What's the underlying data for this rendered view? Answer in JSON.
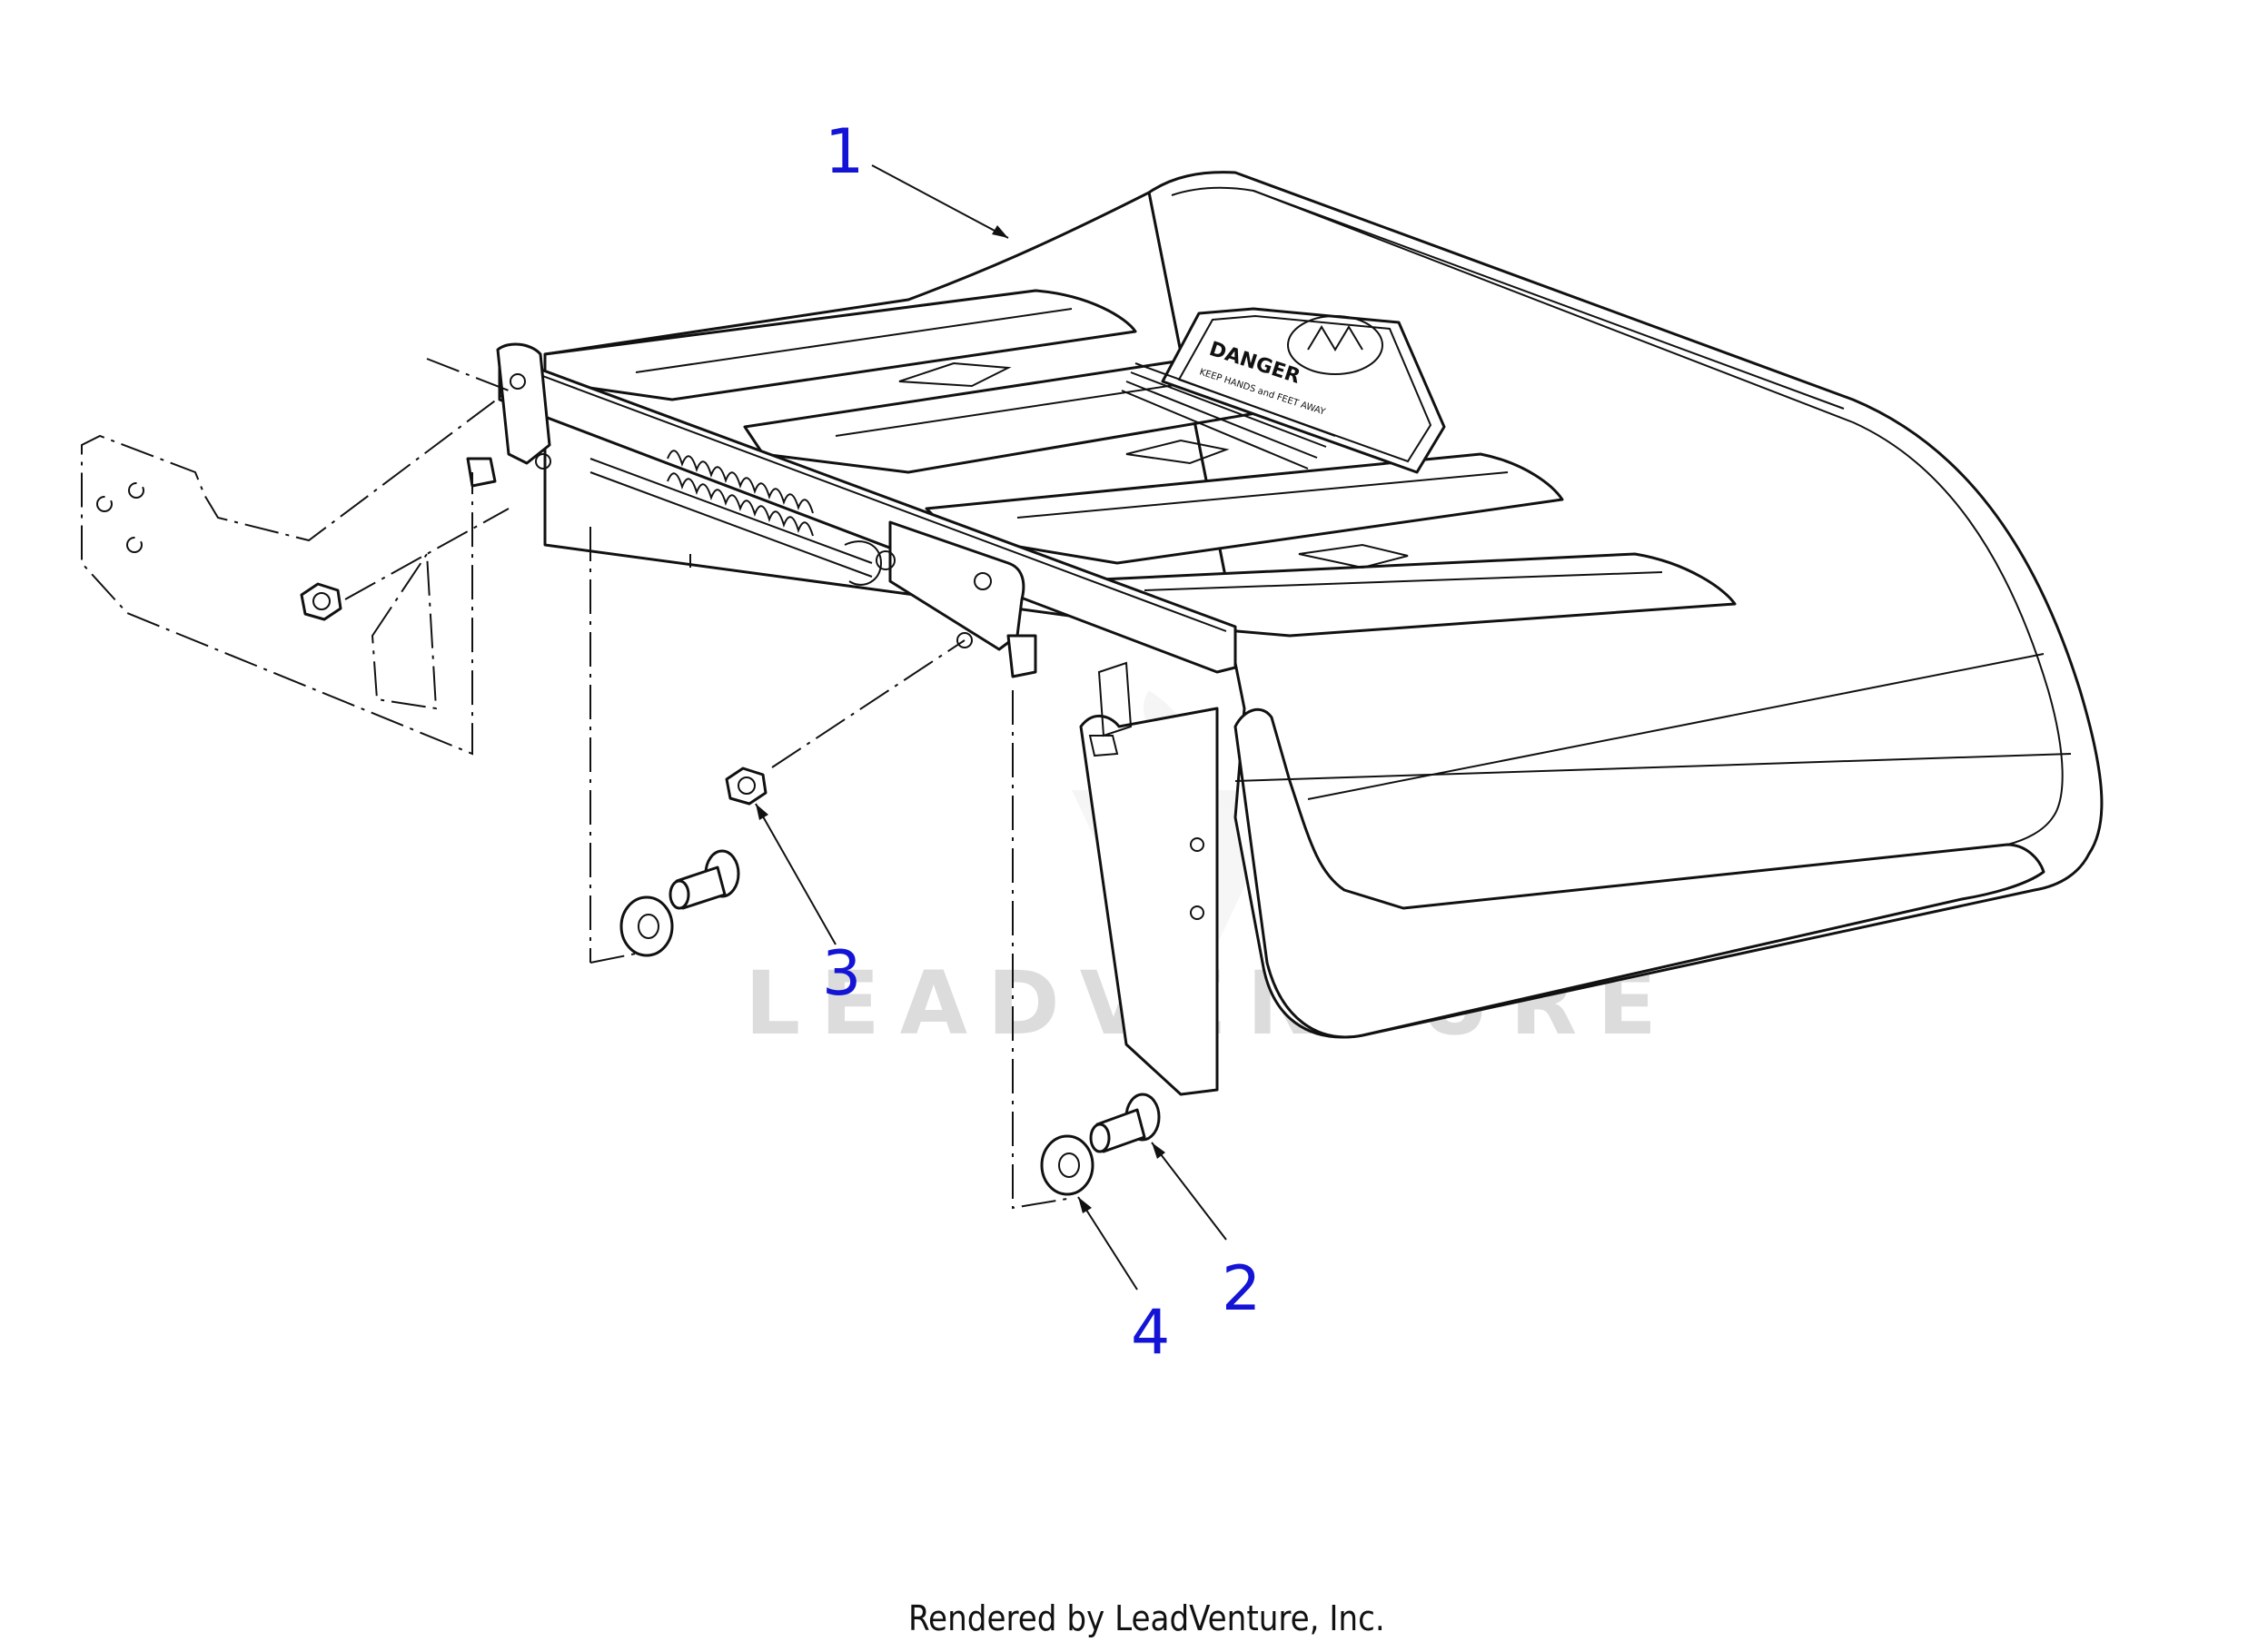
{
  "diagram": {
    "callouts": [
      {
        "id": "1",
        "label": "1"
      },
      {
        "id": "2",
        "label": "2"
      },
      {
        "id": "3",
        "label": "3"
      },
      {
        "id": "4",
        "label": "4"
      }
    ],
    "decal": {
      "heading": "DANGER",
      "subheading": "KEEP HANDS and FEET AWAY"
    },
    "watermark": "LEADVENTURE",
    "footer": "Rendered by LeadVenture, Inc.",
    "colors": {
      "callout": "#1414d6",
      "line": "#111111",
      "watermark": "#dcdcdc"
    }
  }
}
